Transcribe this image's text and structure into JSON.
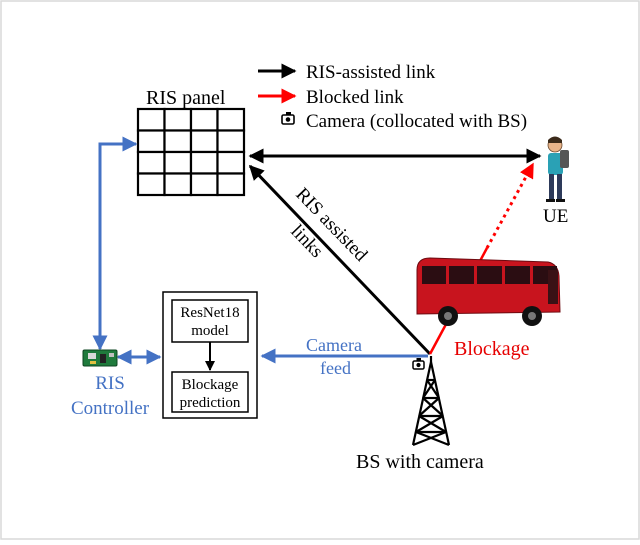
{
  "legend": {
    "ris_link": "RIS-assisted link",
    "blocked_link": "Blocked link",
    "camera": "Camera (collocated with BS)"
  },
  "labels": {
    "ris_panel": "RIS panel",
    "ue": "UE",
    "ris_assisted_line1": "RIS assisted",
    "ris_assisted_line2": "links",
    "blockage": "Blockage",
    "camera_feed_line1": "Camera",
    "camera_feed_line2": "feed",
    "bs_with_camera": "BS with camera",
    "ris_controller_line1": "RIS",
    "ris_controller_line2": "Controller",
    "model_line1": "ResNet18",
    "model_line2": "model",
    "prediction_line1": "Blockage",
    "prediction_line2": "prediction"
  },
  "colors": {
    "ris_link": "#000000",
    "blocked_link": "#ff0000",
    "control_link": "#4472c4",
    "bus_body": "#c8141e",
    "frame": "#d9d9d9"
  },
  "icons": {
    "bs": "cell-tower-icon",
    "ue": "person-icon",
    "blockage": "bus-icon",
    "controller": "circuit-board-icon",
    "camera": "camera-icon"
  }
}
